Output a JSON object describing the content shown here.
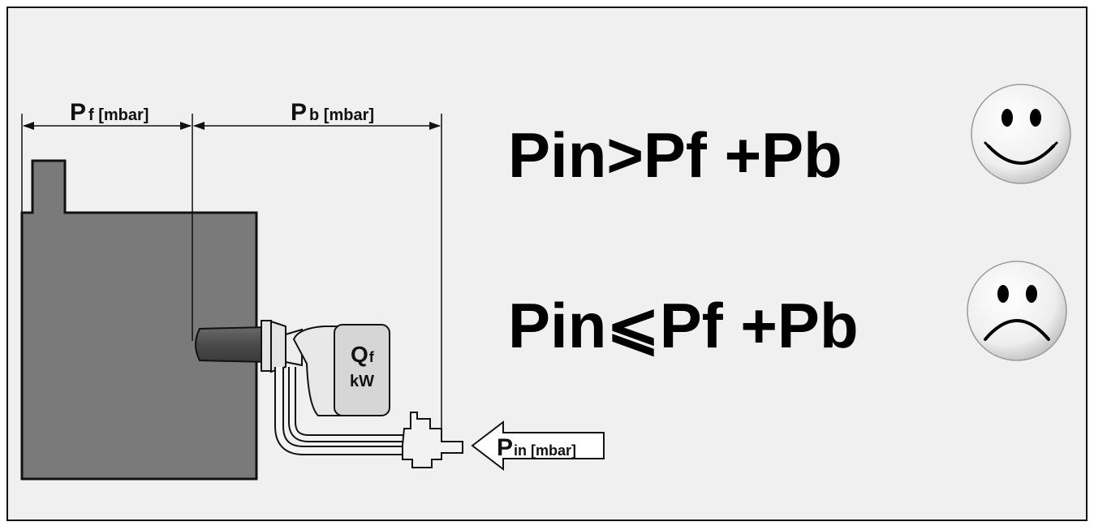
{
  "dimensions": {
    "pf": {
      "main": "P",
      "sub": "f [mbar]"
    },
    "pb": {
      "main": "P",
      "sub": "b [mbar]"
    }
  },
  "burner": {
    "q_main": "Q",
    "q_sub": "f",
    "unit": "kW"
  },
  "inlet": {
    "main": "P",
    "sub": "in [mbar]"
  },
  "conditions": [
    {
      "left": "Pin",
      "operator": ">",
      "right": "Pf +Pb",
      "face": "smiley-face-icon"
    },
    {
      "left": "Pin",
      "operator": "⩽",
      "right": "Pf +Pb",
      "face": "sad-face-icon"
    }
  ],
  "colors": {
    "background": "#f0f0f0",
    "boiler": "#7a7a7a",
    "burner_body": "#d6d6d6",
    "outline": "#111111"
  }
}
